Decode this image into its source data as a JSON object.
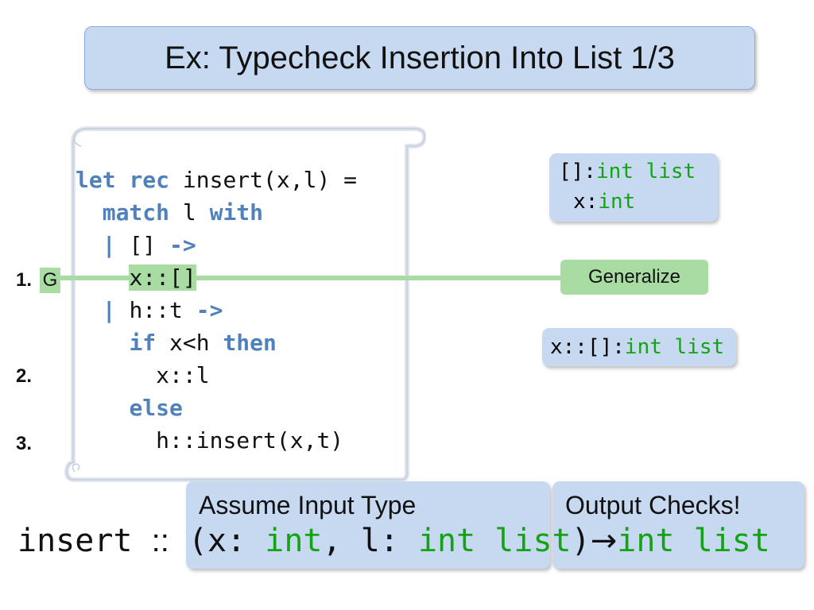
{
  "title": "Ex: Typecheck Insertion Into List 1/3",
  "code": {
    "line1": {
      "kw1": "let",
      "kw2": "rec",
      "rest": "insert(x,l) ="
    },
    "line2": {
      "kw": "match",
      "mid": "l",
      "kw2": "with"
    },
    "line3": {
      "bar": "|",
      "text": "[]",
      "arrow": "->"
    },
    "line4": {
      "text": "x::[]"
    },
    "line5": {
      "bar": "|",
      "text": "h::t",
      "arrow": "->"
    },
    "line6": {
      "kw": "if",
      "mid": "x<h",
      "kw2": "then"
    },
    "line7": {
      "text": "x::l"
    },
    "line8": {
      "kw": "else"
    },
    "line9": {
      "text": "h::insert(x,t)"
    }
  },
  "steps": {
    "s1_num": "1.",
    "s1_letter": "G",
    "s2_num": "2.",
    "s3_num": "3."
  },
  "env_bubble": {
    "l1_name": "[]:",
    "l1_type": "int list",
    "l2_name": "x:",
    "l2_type": "int"
  },
  "generalize_label": "Generalize",
  "result_bubble": {
    "expr": "x::[]:",
    "type": "int list"
  },
  "signature": {
    "name": "insert",
    "sep": "::",
    "assume_label": "Assume Input Type",
    "open": "(x:",
    "x_type": "int",
    "comma": ",",
    "l_name": "l:",
    "l_type": "int list",
    "close": ")",
    "arrow": "→",
    "out_label": "Output Checks!",
    "out_type": "int list"
  },
  "colors": {
    "keyword": "#4f81bd",
    "type_green": "#14a314",
    "bubble_blue": "#c6d9f1",
    "highlight_green": "#a9dca3"
  }
}
